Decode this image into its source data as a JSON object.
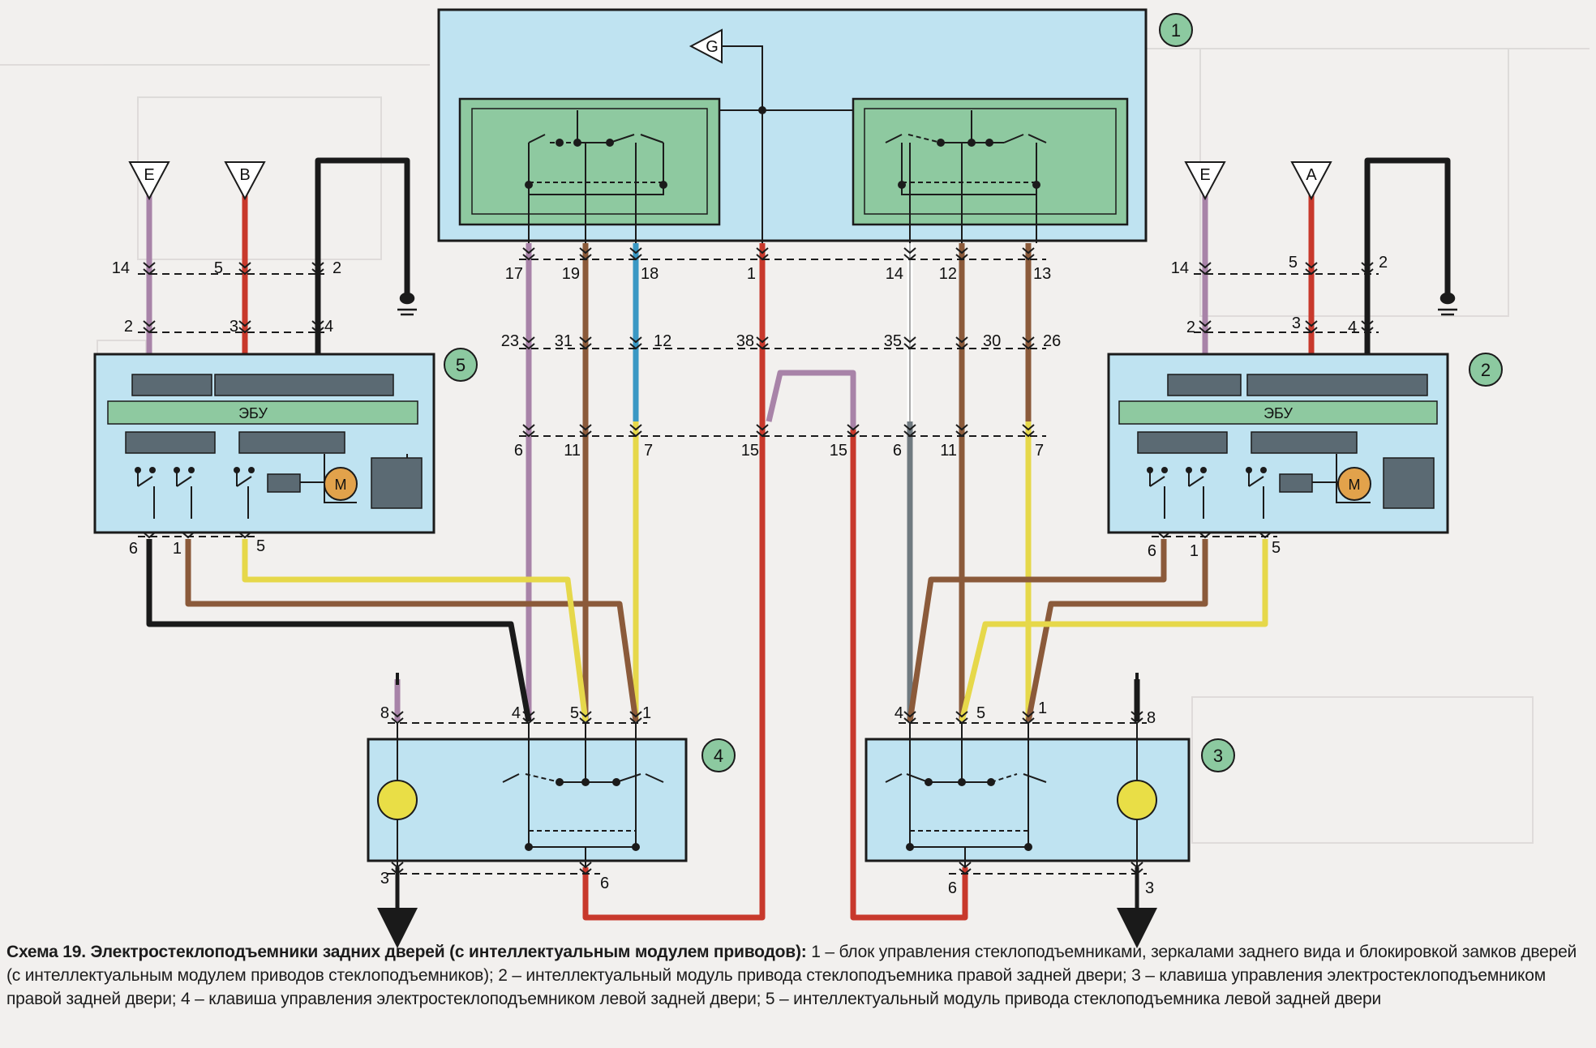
{
  "colors": {
    "box": "#bfe3f1",
    "box_border": "#1b1b1b",
    "green_panel": "#8ec9a0",
    "badge": "#8cc9a0",
    "violet": "#a883a8",
    "red": "#c8392c",
    "black": "#1a1a1a",
    "brown": "#8b5a3a",
    "blue": "#3a98c4",
    "yellow": "#e6d84a",
    "white": "#ffffff",
    "grey": "#707a80"
  },
  "modules": {
    "m1": {
      "badge": "1",
      "signal": "G"
    },
    "m2": {
      "badge": "2",
      "ecu_label": "ЭБУ",
      "motor": "M"
    },
    "m3": {
      "badge": "3"
    },
    "m4": {
      "badge": "4"
    },
    "m5": {
      "badge": "5",
      "ecu_label": "ЭБУ",
      "motor": "M"
    }
  },
  "signals": {
    "left_e": "E",
    "left_b": "B",
    "right_e": "E",
    "right_a": "A"
  },
  "pins": {
    "p5_14": "14",
    "p5_5": "5",
    "p5_2": "2",
    "p5_2b": "2",
    "p5_3": "3",
    "p5_4": "4",
    "p2_14": "14",
    "p2_5": "5",
    "p2_2": "2",
    "p2_2b": "2",
    "p2_3": "3",
    "p2_4": "4",
    "c17": "17",
    "c19": "19",
    "c18": "18",
    "c1": "1",
    "c14": "14",
    "c12": "12",
    "c13": "13",
    "c23": "23",
    "c31": "31",
    "c12b": "12",
    "c38": "38",
    "c35": "35",
    "c30": "30",
    "c26": "26",
    "c6l": "6",
    "c11l": "11",
    "c7l": "7",
    "c15l": "15",
    "c15r": "15",
    "c6r": "6",
    "c11r": "11",
    "c7r": "7",
    "m5_6": "6",
    "m5_1": "1",
    "m5_5": "5",
    "m2_6": "6",
    "m2_1": "1",
    "m2_5": "5",
    "m4_8": "8",
    "m4_4": "4",
    "m4_5": "5",
    "m4_1": "1",
    "m4_3": "3",
    "m4_6": "6",
    "m3_4": "4",
    "m3_5": "5",
    "m3_1": "1",
    "m3_8": "8",
    "m3_6": "6",
    "m3_3": "3"
  },
  "caption": {
    "title": "Схема 19. Электростеклоподъемники задних дверей (с интеллектуальным модулем приводов):",
    "body": " 1 – блок управления стеклоподъемниками, зеркалами заднего вида и блокировкой замков дверей (с интеллектуальным модулем приводов стеклоподъемников); 2 – интеллектуальный модуль привода стеклоподъемника правой задней двери; 3 – клавиша управления электростеклоподъемником правой задней двери; 4 – клавиша управления электростеклоподъемником левой задней двери; 5 – интеллектуальный модуль привода стеклоподъемника левой задней двери"
  }
}
